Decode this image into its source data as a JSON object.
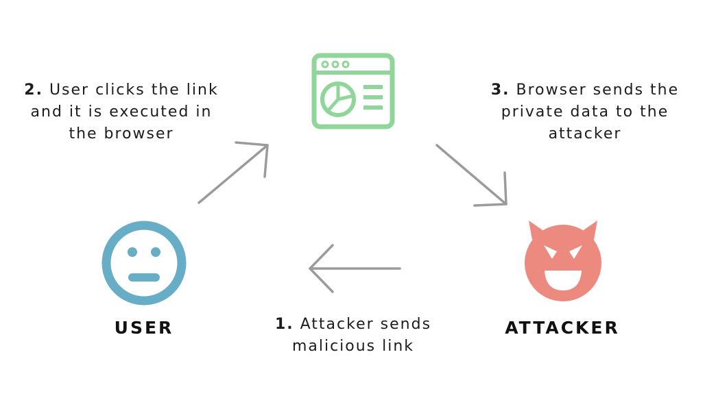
{
  "steps": [
    {
      "number": "2.",
      "text_line1": "User clicks the link",
      "text_line2": "and it is executed in",
      "text_line3": "the browser"
    },
    {
      "number": "3.",
      "text_line1": "Browser sends the",
      "text_line2": "private data to the",
      "text_line3": "attacker"
    },
    {
      "number": "1.",
      "text_line1": "Attacker sends",
      "text_line2": "malicious link"
    }
  ],
  "actors": {
    "user": {
      "label": "USER",
      "color": "#67adc6",
      "icon": "neutral-face-icon"
    },
    "attacker": {
      "label": "ATTACKER",
      "color": "#ec8a7f",
      "icon": "devil-face-icon"
    },
    "browser": {
      "color": "#90d699",
      "icon": "browser-window-icon"
    }
  },
  "colors": {
    "arrow": "#9b9b9b"
  }
}
